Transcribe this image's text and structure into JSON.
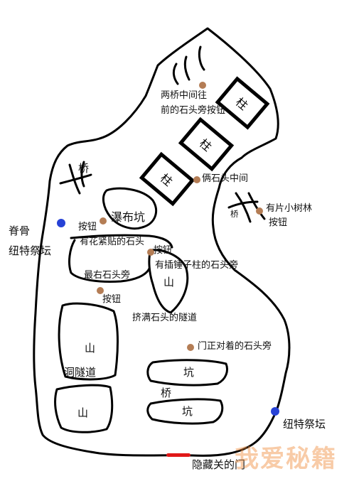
{
  "labels": {
    "pillar": "柱",
    "pillar_top_button": "两桥中间往",
    "pillar_top_button2": "前的石头旁按钮",
    "between_pillars": "俩石头中间",
    "bridge_left": "桥",
    "bridge_right": "桥",
    "waterfall_pit": "瀑布坑",
    "button_left": "按钮",
    "flower_rock": "有花紧贴的石头",
    "small_grove": "有片小树林",
    "button_grove": "按钮",
    "button_center": "按钮",
    "hammer_pillar_rock": "有插锤子柱的石头旁",
    "mountain_mid": "山",
    "rightmost_rock": "最右石头旁",
    "button_rightmost": "按钮",
    "tunnel_crowded": "挤满石头的隧道",
    "mountain_upper": "山",
    "mountain_lower": "山",
    "cave_tunnel": "洞隧道",
    "door_facing_rock": "门正对着的石头旁",
    "pit_upper": "坑",
    "pit_lower": "坑",
    "bridge_bottom": "桥",
    "spine_label": "脊骨",
    "altar_left": "纽特祭坛",
    "altar_right": "纽特祭坛",
    "hidden_door": "隐藏关的门",
    "watermark": "我爱秘籍"
  },
  "colors": {
    "button_marker": "#b47d55",
    "altar_marker": "#2742d6",
    "door_marker": "#e01818"
  }
}
